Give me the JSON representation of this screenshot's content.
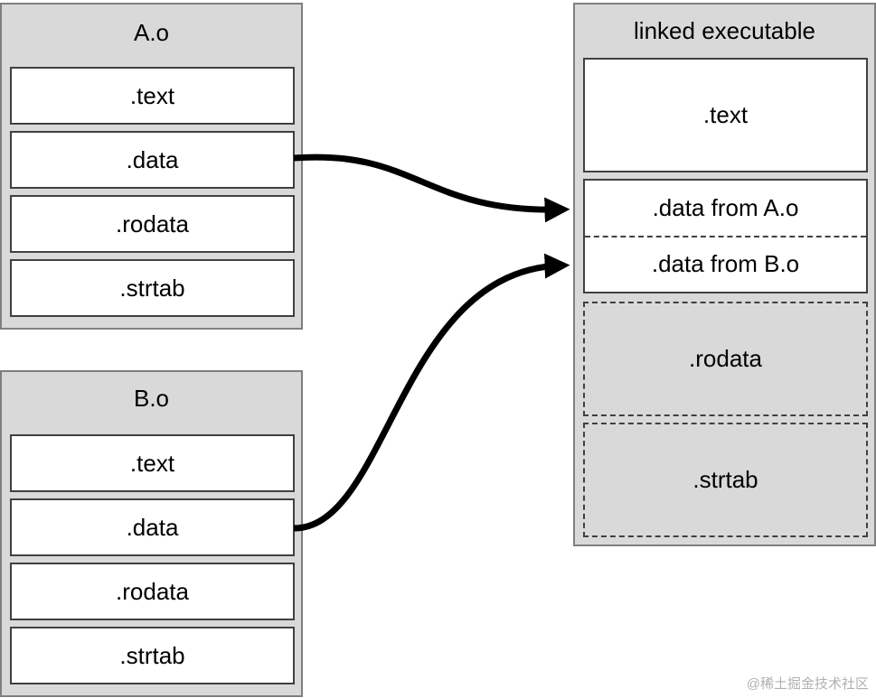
{
  "objA": {
    "title": "A.o",
    "sections": [
      ".text",
      ".data",
      ".rodata",
      ".strtab"
    ]
  },
  "objB": {
    "title": "B.o",
    "sections": [
      ".text",
      ".data",
      ".rodata",
      ".strtab"
    ]
  },
  "exe": {
    "title": "linked executable",
    "text": ".text",
    "data_a": ".data from A.o",
    "data_b": ".data from B.o",
    "rodata": ".rodata",
    "strtab": ".strtab"
  },
  "watermark": "@稀土掘金技术社区"
}
